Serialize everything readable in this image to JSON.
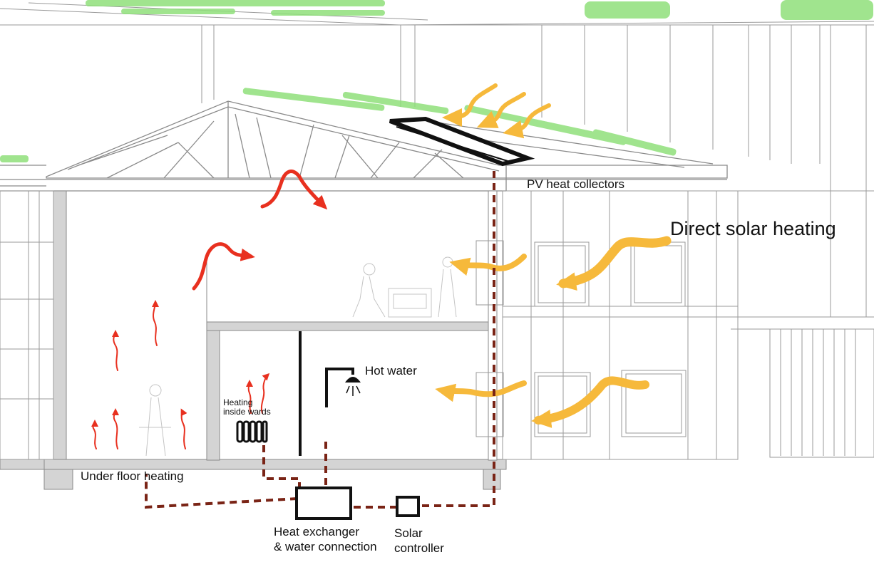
{
  "labels": {
    "pv_heat_collectors": "PV heat collectors",
    "direct_solar_heating": "Direct solar heating",
    "hot_water": "Hot water",
    "heating_inside_wards_1": "Heating",
    "heating_inside_wards_2": "inside wards",
    "under_floor_heating": "Under floor heating",
    "heat_exchanger_1": "Heat exchanger",
    "heat_exchanger_2": "& water connection",
    "solar_controller_1": "Solar",
    "solar_controller_2": "controller"
  },
  "colors": {
    "line_gray": "#9a9a9a",
    "wall_fill": "#d4d4d4",
    "vegetation": "#8fe07a",
    "heat_arrow_red": "#e8301f",
    "solar_arrow_yellow": "#f6b93b",
    "pipe_dashed": "#7a2416",
    "equipment_black": "#111111"
  },
  "icons": {
    "radiator": "radiator-icon",
    "shower": "shower-icon"
  }
}
